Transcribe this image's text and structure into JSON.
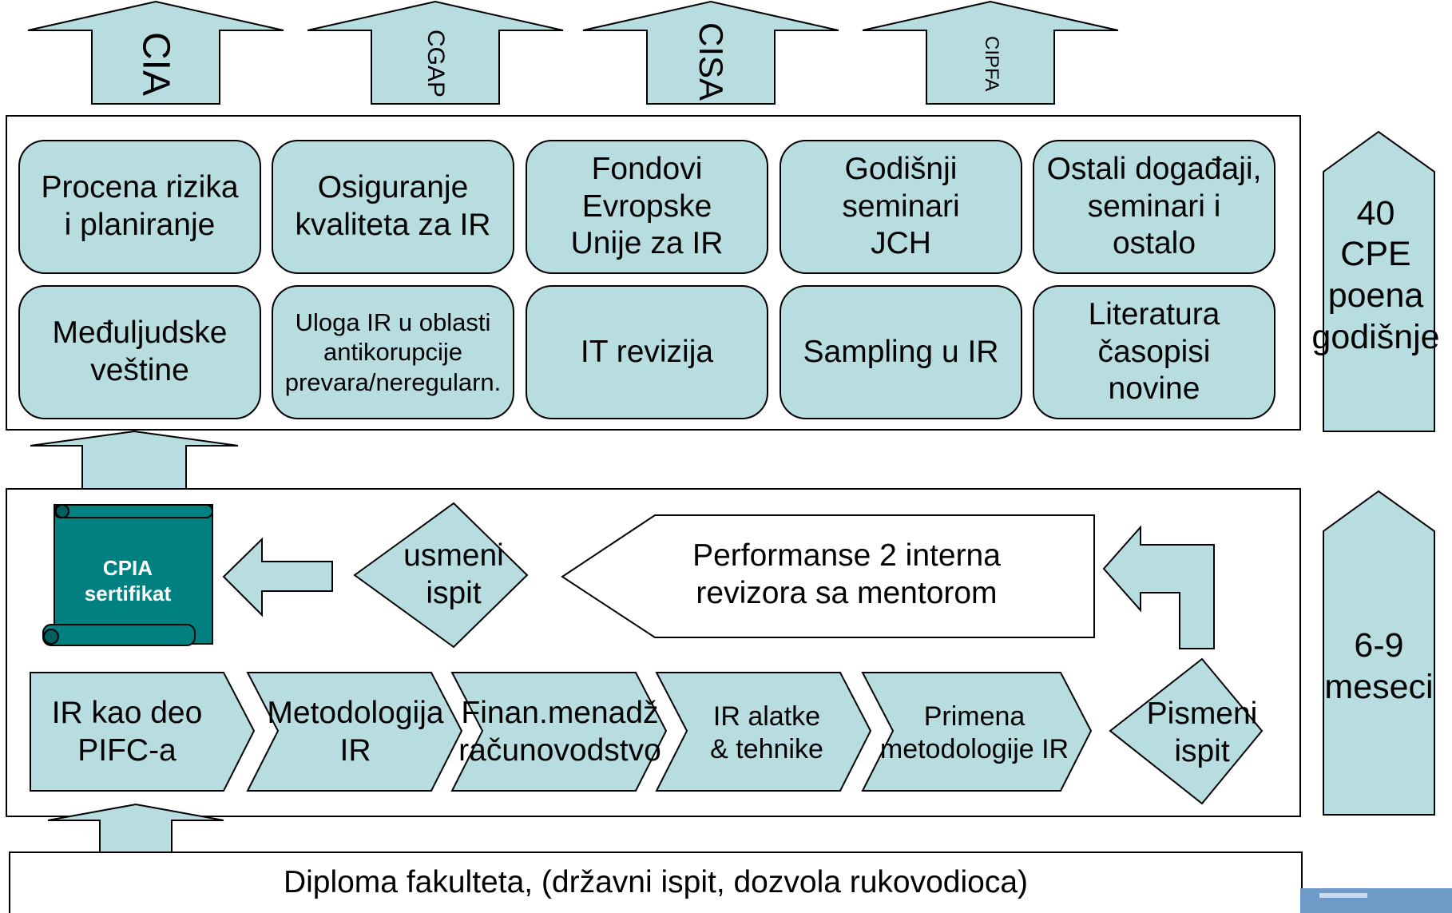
{
  "top_certifications": [
    {
      "label": "CIA"
    },
    {
      "label": "CGAP"
    },
    {
      "label": "CISA"
    },
    {
      "label": "CIPFA"
    }
  ],
  "cpe_panel": {
    "row1": [
      {
        "label": "Procena rizika\ni planiranje"
      },
      {
        "label": "Osiguranje\nkvaliteta za IR"
      },
      {
        "label": "Fondovi\nEvropske\nUnije za IR"
      },
      {
        "label": "Godišnji\nseminari\nJCH"
      },
      {
        "label": "Ostali događaji,\nseminari i\nostalo"
      }
    ],
    "row2": [
      {
        "label": "Međuljudske\nveštine"
      },
      {
        "label": "Uloga IR u oblasti\nantikorupcije\nprevara/neregularn."
      },
      {
        "label": "IT revizija"
      },
      {
        "label": "Sampling u IR"
      },
      {
        "label": "Literatura\nčasopisi\nnovine"
      }
    ],
    "side_arrow": "40\nCPE\npoena\ngodišnje"
  },
  "certification_panel": {
    "certificate": "CPIA\nsertifikat",
    "oral_exam": "usmeni\nispit",
    "performance": "Performanse 2 interna\nrevizora sa mentorom",
    "written_exam": "Pismeni\nispit",
    "modules": [
      {
        "label": "IR kao deo\nPIFC-a"
      },
      {
        "label": "Metodologija\nIR"
      },
      {
        "label": "Finan.menadž\nračunovodstvo"
      },
      {
        "label": "IR alatke\n& tehnike"
      },
      {
        "label": "Primena\nmetodologije IR"
      }
    ],
    "side_arrow": "6-9\nmeseci"
  },
  "prerequisite": "Diploma fakulteta, (državni ispit, dozvola rukovodioca)",
  "colors": {
    "shape_fill": "#b7dde0",
    "certificate_fill": "#008080",
    "stroke": "#000000"
  }
}
